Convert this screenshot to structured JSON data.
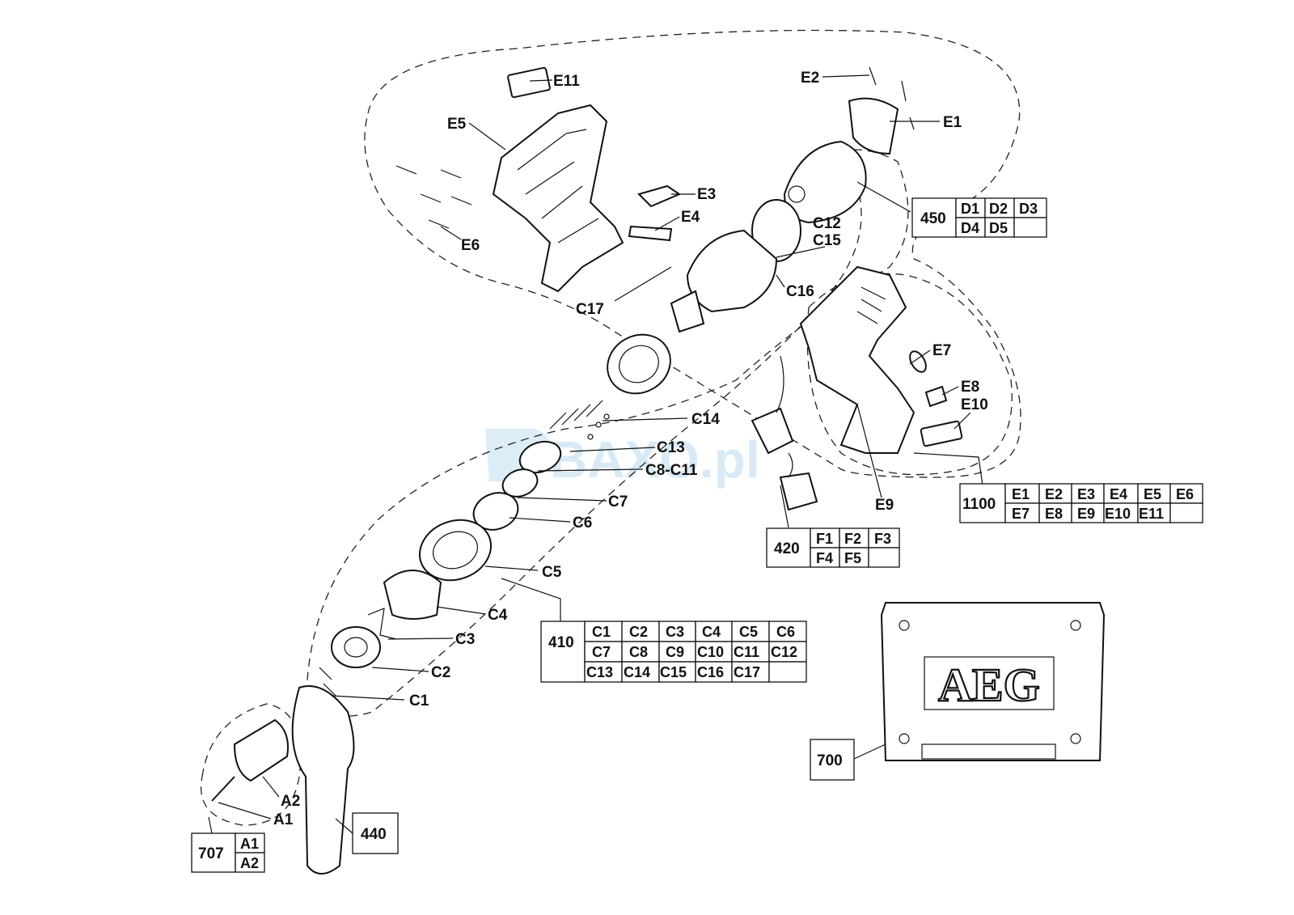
{
  "watermark": "BAXO.pl",
  "case_logo": "AEG",
  "labels": {
    "E11": "E11",
    "E5": "E5",
    "E6": "E6",
    "E3": "E3",
    "E4": "E4",
    "E2": "E2",
    "E1": "E1",
    "C12": "C12",
    "C15": "C15",
    "C16": "C16",
    "C17": "C17",
    "E7": "E7",
    "E8": "E8",
    "E10": "E10",
    "E9": "E9",
    "C14": "C14",
    "C13": "C13",
    "C8C11": "C8-C11",
    "C7": "C7",
    "C6": "C6",
    "C5": "C5",
    "C4": "C4",
    "C3": "C3",
    "C2": "C2",
    "C1": "C1",
    "A2": "A2",
    "A1": "A1"
  },
  "groups": {
    "g450": {
      "id": "450",
      "rows": [
        [
          "D1",
          "D2",
          "D3"
        ],
        [
          "D4",
          "D5",
          ""
        ]
      ]
    },
    "g1100": {
      "id": "1100",
      "rows": [
        [
          "E1",
          "E2",
          "E3",
          "E4",
          "E5",
          "E6"
        ],
        [
          "E7",
          "E8",
          "E9",
          "E10",
          "E11",
          ""
        ]
      ]
    },
    "g420": {
      "id": "420",
      "rows": [
        [
          "F1",
          "F2",
          "F3"
        ],
        [
          "F4",
          "F5",
          ""
        ]
      ]
    },
    "g410": {
      "id": "410",
      "rows": [
        [
          "C1",
          "C2",
          "C3",
          "C4",
          "C5",
          "C6"
        ],
        [
          "C7",
          "C8",
          "C9",
          "C10",
          "C11",
          "C12"
        ],
        [
          "C13",
          "C14",
          "C15",
          "C16",
          "C17",
          ""
        ]
      ]
    },
    "g700": {
      "id": "700"
    },
    "g707": {
      "id": "707",
      "rows": [
        [
          "A1"
        ],
        [
          "A2"
        ]
      ]
    },
    "g440": {
      "id": "440"
    }
  }
}
